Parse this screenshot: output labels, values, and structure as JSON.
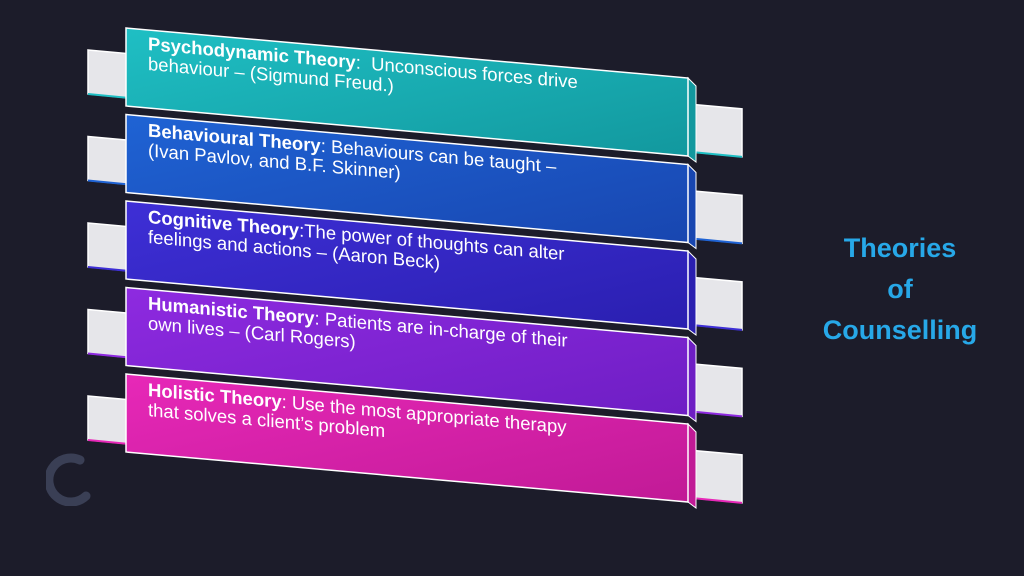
{
  "title": {
    "lines": [
      "Theories",
      "of",
      "Counselling"
    ],
    "color": "#27a8e8"
  },
  "cards": [
    {
      "label": "Psychodynamic Theory",
      "sep": ":  ",
      "line1": "Unconscious forces drive",
      "line2": "behaviour – (Sigmund Freud.)",
      "color_light": "#1fbfc4",
      "color_dark": "#12989e"
    },
    {
      "label": "Behavioural Theory",
      "sep": ": ",
      "line1": "Behaviours can be taught –",
      "line2": "(Ivan Pavlov, and B.F. Skinner)",
      "color_light": "#1f63d4",
      "color_dark": "#1846b0"
    },
    {
      "label": "Cognitive Theory",
      "sep": ":",
      "line1": "The power of thoughts can alter",
      "line2": "feelings and actions – (Aaron Beck)",
      "color_light": "#3e2fd6",
      "color_dark": "#2a1fb0"
    },
    {
      "label": "Humanistic Theory",
      "sep": ": ",
      "line1": "Patients are in-charge of their",
      "line2": "own lives – (Carl Rogers)",
      "color_light": "#8e2ae0",
      "color_dark": "#6e1ec4"
    },
    {
      "label": "Holistic Theory",
      "sep": ": ",
      "line1": "Use the most appropriate therapy",
      "line2": "that solves a client’s problem",
      "color_light": "#e728b8",
      "color_dark": "#c11a96"
    }
  ]
}
